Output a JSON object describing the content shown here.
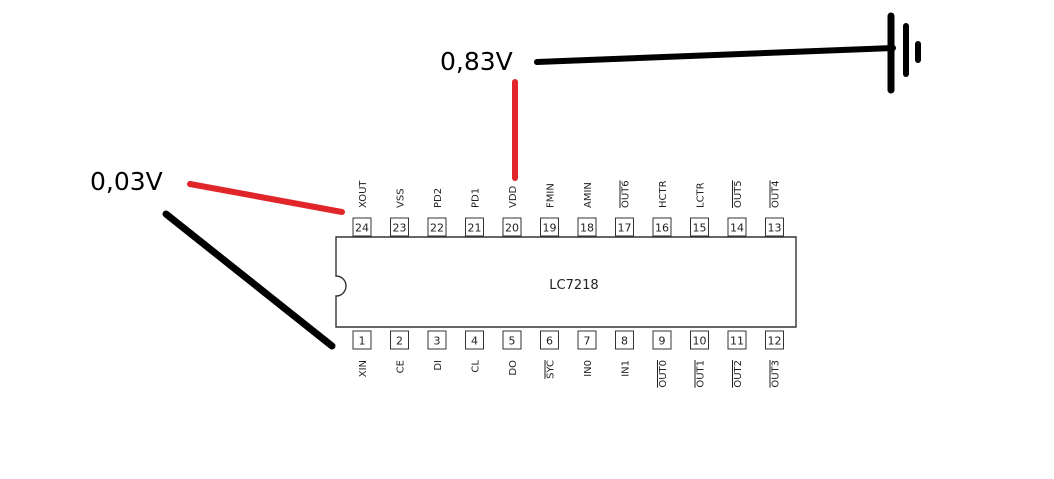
{
  "labels": {
    "voltage_vdd": "0,83V",
    "voltage_xout": "0,03V"
  },
  "chip": {
    "name": "LC7218",
    "top_pins": [
      {
        "num": "24",
        "name": "XOUT",
        "overline": false
      },
      {
        "num": "23",
        "name": "VSS",
        "overline": false
      },
      {
        "num": "22",
        "name": "PD2",
        "overline": false
      },
      {
        "num": "21",
        "name": "PD1",
        "overline": false
      },
      {
        "num": "20",
        "name": "VDD",
        "overline": false
      },
      {
        "num": "19",
        "name": "FMIN",
        "overline": false
      },
      {
        "num": "18",
        "name": "AMIN",
        "overline": false
      },
      {
        "num": "17",
        "name": "OUT6",
        "overline": true
      },
      {
        "num": "16",
        "name": "HCTR",
        "overline": false
      },
      {
        "num": "15",
        "name": "LCTR",
        "overline": false
      },
      {
        "num": "14",
        "name": "OUT5",
        "overline": true
      },
      {
        "num": "13",
        "name": "OUT4",
        "overline": true
      }
    ],
    "bottom_pins": [
      {
        "num": "1",
        "name": "XIN",
        "overline": false
      },
      {
        "num": "2",
        "name": "CE",
        "overline": false
      },
      {
        "num": "3",
        "name": "DI",
        "overline": false
      },
      {
        "num": "4",
        "name": "CL",
        "overline": false
      },
      {
        "num": "5",
        "name": "DO",
        "overline": false
      },
      {
        "num": "6",
        "name": "SYC",
        "overline": true
      },
      {
        "num": "7",
        "name": "IN0",
        "overline": false
      },
      {
        "num": "8",
        "name": "IN1",
        "overline": false
      },
      {
        "num": "9",
        "name": "OUT0",
        "overline": true
      },
      {
        "num": "10",
        "name": "OUT1",
        "overline": true
      },
      {
        "num": "11",
        "name": "OUT2",
        "overline": true
      },
      {
        "num": "12",
        "name": "OUT3",
        "overline": true
      }
    ]
  },
  "colors": {
    "red_wire": "#e0262b",
    "black_wire": "#000000",
    "outline": "#333333"
  }
}
